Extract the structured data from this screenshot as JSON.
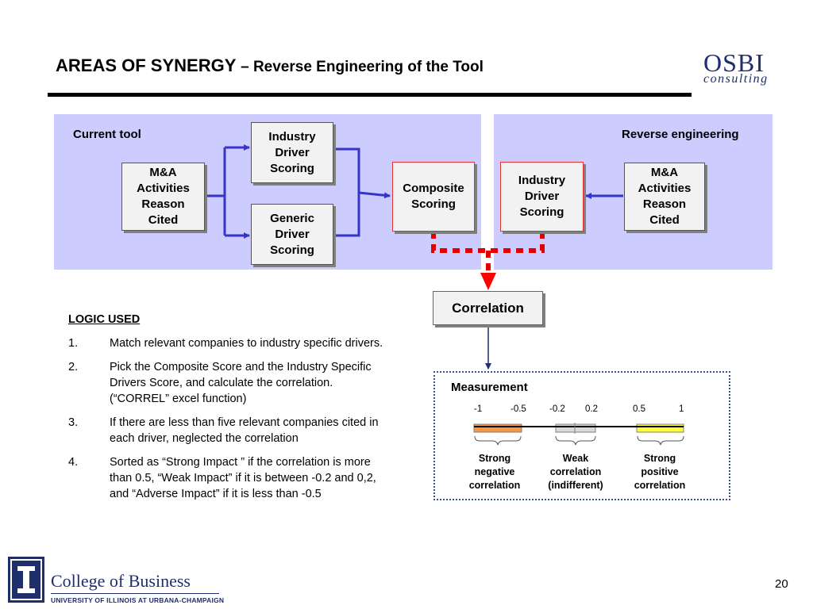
{
  "header": {
    "title_main": "AREAS OF SYNERGY",
    "title_sub": "– Reverse Engineering of the Tool"
  },
  "logo": {
    "name": "OSBI",
    "tagline": "consulting"
  },
  "diagram": {
    "left_panel_label": "Current tool",
    "right_panel_label": "Reverse engineering",
    "ma_left": "M&A\nActivities\nReason\nCited",
    "industry_driver_left": "Industry\nDriver\nScoring",
    "generic_driver": "Generic\nDriver\nScoring",
    "composite_scoring": "Composite\nScoring",
    "industry_driver_right": "Industry\nDriver\nScoring",
    "ma_right": "M&A\nActivities\nReason\nCited",
    "correlation": "Correlation"
  },
  "logic": {
    "title": "LOGIC USED",
    "items": [
      {
        "num": "1.",
        "text": "Match relevant companies to industry specific drivers."
      },
      {
        "num": "2.",
        "text": "Pick the Composite Score and the Industry Specific Drivers Score, and calculate the correlation. (“CORREL” excel function)"
      },
      {
        "num": "3.",
        "text": "If there are less than five relevant companies cited in each driver, neglected the correlation"
      },
      {
        "num": "4.",
        "text": "Sorted as “Strong Impact ” if the correlation is more than 0.5, “Weak Impact” if it is  between -0.2 and 0,2, and “Adverse Impact” if it is less than -0.5"
      }
    ]
  },
  "measurement": {
    "title": "Measurement",
    "ticks": [
      "-1",
      "-0.5",
      "-0.2",
      "0.2",
      "0.5",
      "1"
    ],
    "categories": [
      {
        "label": "Strong\nnegative\ncorrelation",
        "color": "#f79646"
      },
      {
        "label": "Weak\ncorrelation\n(indifferent)",
        "color": "#d9d9d9"
      },
      {
        "label": "Strong\npositive\ncorrelation",
        "color": "#ffff33"
      }
    ]
  },
  "footer": {
    "college": "College of Business",
    "university": "UNIVERSITY OF ILLINOIS AT URBANA-CHAMPAIGN",
    "page_number": "20"
  },
  "colors": {
    "panel": "#ccccff",
    "arrow_blue": "#3535c8",
    "dotted_red": "#e00000",
    "brand_navy": "#1f2f6e"
  }
}
